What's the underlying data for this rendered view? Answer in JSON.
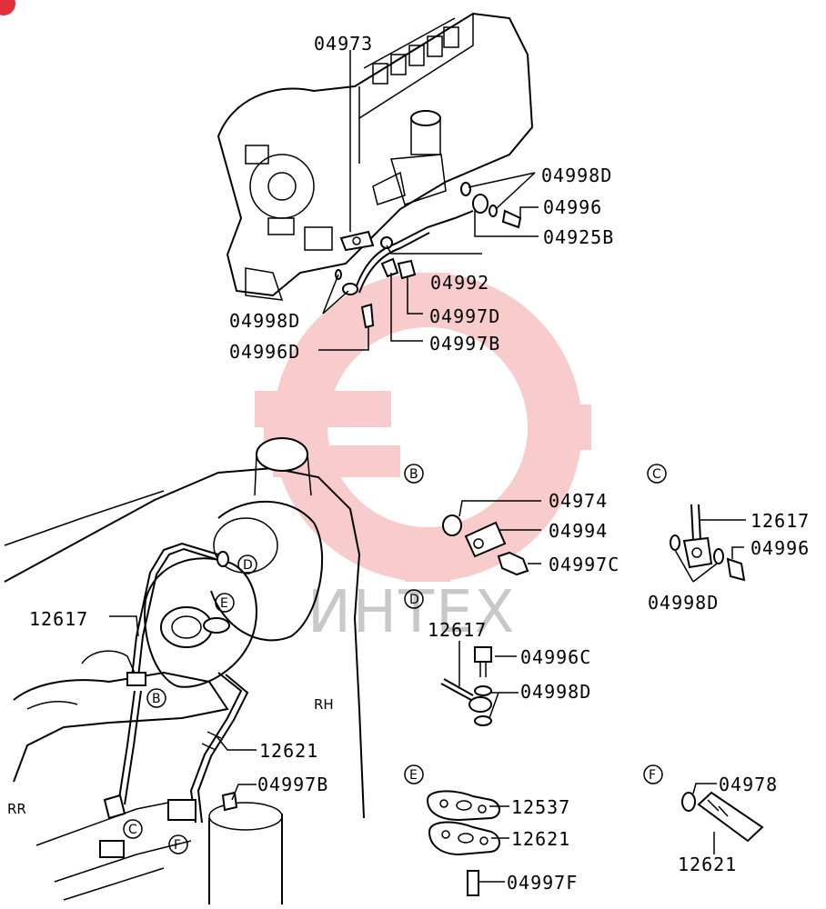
{
  "watermark": {
    "text": "ИНТЕХ",
    "color": "#f4a3a3"
  },
  "labels": {
    "p04973": "04973",
    "p04998D_top": "04998D",
    "p04996_top": "04996",
    "p04925B": "04925B",
    "p04992": "04992",
    "p04998D_left": "04998D",
    "p04997D": "04997D",
    "p04996D": "04996D",
    "p04997B_top": "04997B",
    "p12617_main": "12617",
    "rh": "RH",
    "p12621_main": "12621",
    "p04997B_main": "04997B",
    "rr": "RR",
    "p04974": "04974",
    "p04994": "04994",
    "p04997C": "04997C",
    "p12617_C": "12617",
    "p04996_C": "04996",
    "p04998D_C": "04998D",
    "p12617_D": "12617",
    "p04996C_D": "04996C",
    "p04998D_D": "04998D",
    "p12537_E": "12537",
    "p12621_E": "12621",
    "p04997F_E": "04997F",
    "p04978_F": "04978",
    "p12621_F": "12621"
  },
  "callouts": {
    "B": "B",
    "C": "C",
    "D": "D",
    "E": "E",
    "F": "F"
  }
}
